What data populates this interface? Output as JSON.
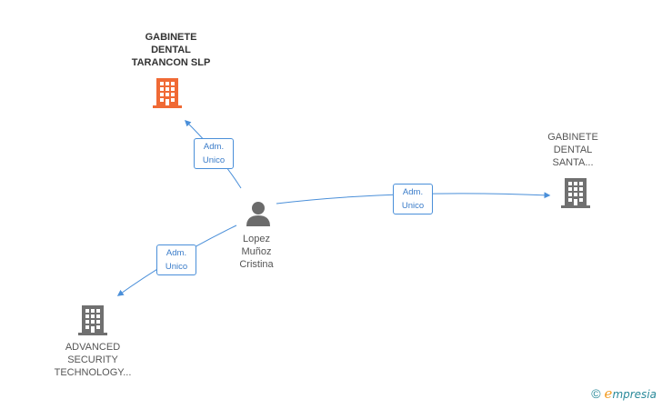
{
  "nodes": {
    "center": {
      "name": "Lopez\nMuñoz\nCristina",
      "icon": "person-icon"
    },
    "top": {
      "name": "GABINETE\nDENTAL\nTARANCON SLP",
      "icon": "building-icon",
      "color": "#f06a35"
    },
    "right": {
      "name": "GABINETE\nDENTAL\nSANTA...",
      "icon": "building-icon",
      "color": "#707070"
    },
    "bottom_left": {
      "name": "ADVANCED\nSECURITY\nTECHNOLOGY...",
      "icon": "building-icon",
      "color": "#707070"
    }
  },
  "edges": [
    {
      "from": "center",
      "to": "top",
      "role": "Adm.\nUnico"
    },
    {
      "from": "center",
      "to": "right",
      "role": "Adm.\nUnico"
    },
    {
      "from": "center",
      "to": "bottom_left",
      "role": "Adm.\nUnico"
    }
  ],
  "colors": {
    "edge": "#4a8fd9",
    "person": "#6b6b6b"
  },
  "watermark": {
    "copyright": "©",
    "brand_e": "e",
    "brand_rest": "mpresia"
  }
}
